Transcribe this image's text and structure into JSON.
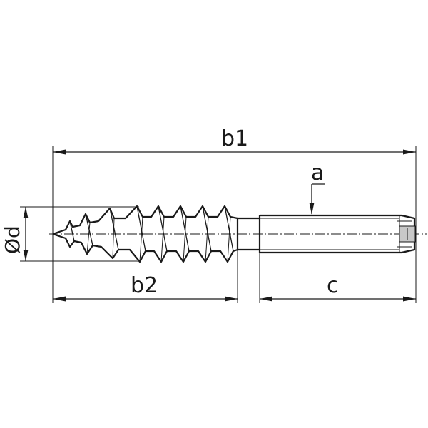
{
  "labels": {
    "b1": "b1",
    "b2": "b2",
    "c": "c",
    "a": "a",
    "d": "Ød"
  }
}
